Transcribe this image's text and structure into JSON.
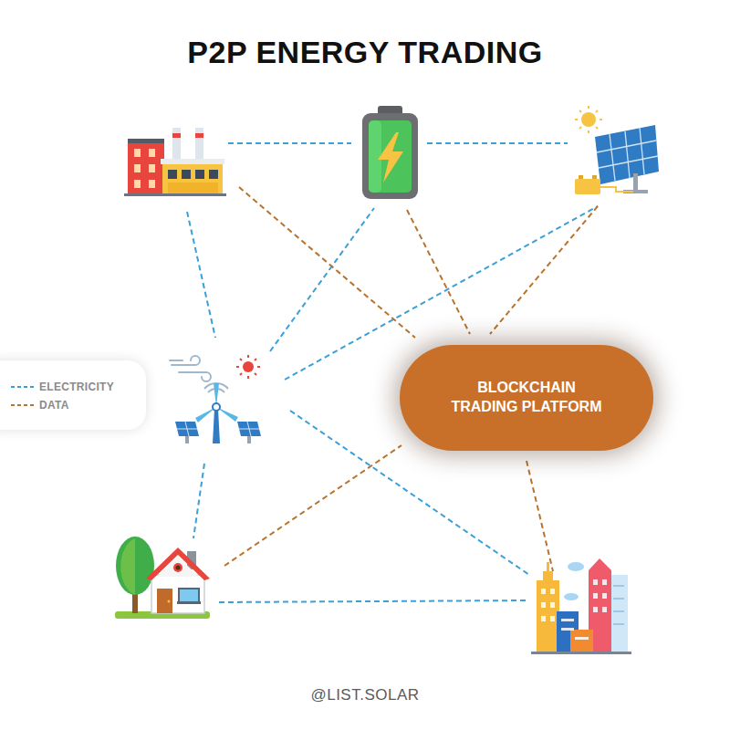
{
  "diagram": {
    "title": "P2P ENERGY TRADING",
    "caption": "@LIST.SOLAR",
    "nodes": [
      {
        "text": [
          "BLOCKCHAIN TRADING PLATFORM"
        ]
      }
    ],
    "legend": [
      {
        "text": "ELECTRICITY"
      },
      {
        "text": "DATA"
      }
    ]
  }
}
